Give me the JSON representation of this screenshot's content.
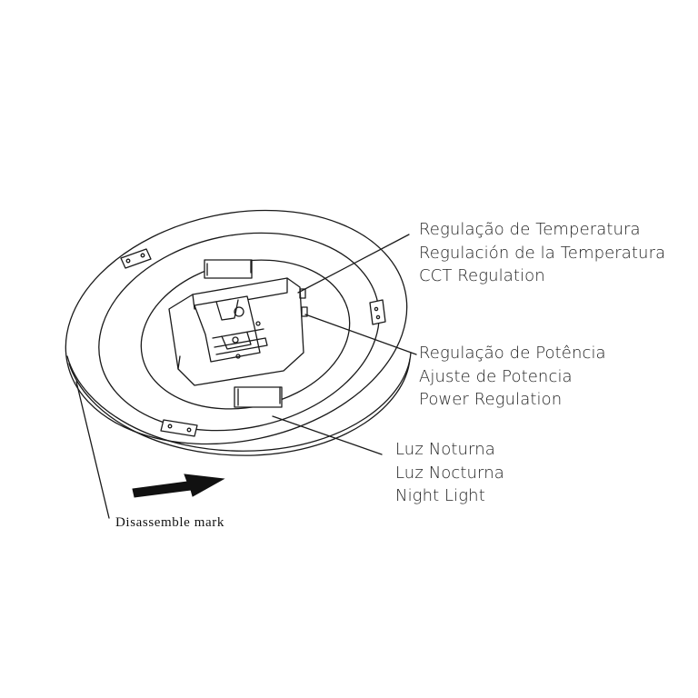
{
  "callouts": {
    "cct": {
      "pt": "Regulação de Temperatura",
      "es": "Regulación de la Temperatura",
      "en": "CCT Regulation"
    },
    "power": {
      "pt": "Regulação de Potência",
      "es": "Ajuste de Potencia",
      "en": "Power Regulation"
    },
    "night_light": {
      "pt": "Luz Noturna",
      "es": "Luz Nocturna",
      "en": "Night Light"
    }
  },
  "disassemble_label": "Disassemble mark",
  "colors": {
    "line": "#1a1a1a",
    "text": "#222222",
    "background": "#ffffff"
  }
}
